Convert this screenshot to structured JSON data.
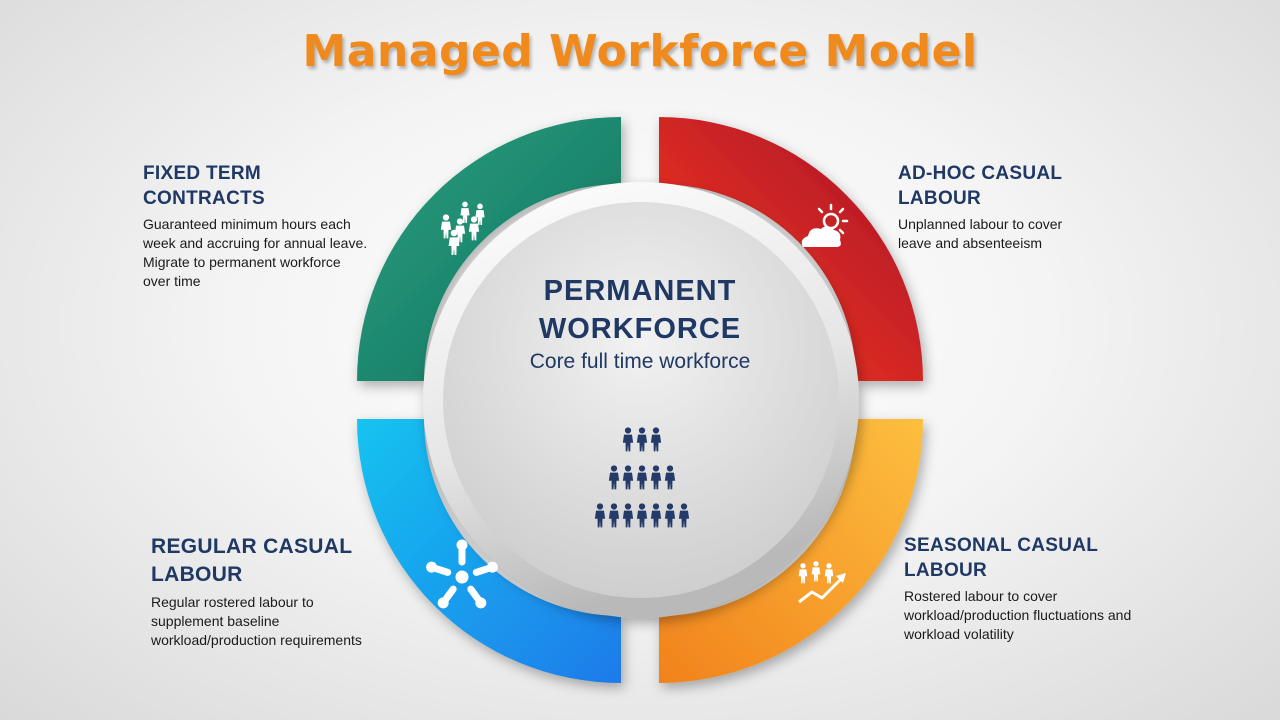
{
  "title": "Managed Workforce Model",
  "center": {
    "title_line1": "PERMANENT",
    "title_line2": "WORKFORCE",
    "subtitle": "Core full time workforce",
    "icon": "people-pyramid-icon"
  },
  "segments": {
    "fixed_term": {
      "heading_line1": "FIXED TERM",
      "heading_line2": "CONTRACTS",
      "desc_line1": "Guaranteed minimum hours each",
      "desc_line2": "week and accruing for annual leave.",
      "desc_line3": "Migrate to permanent workforce",
      "desc_line4": "over time",
      "icon": "people-group-icon",
      "color_start": "#2a9e7f",
      "color_end": "#12735e"
    },
    "ad_hoc": {
      "heading_line1": "AD-HOC CASUAL",
      "heading_line2": "LABOUR",
      "desc_line1": "Unplanned labour to cover",
      "desc_line2": "leave and absenteeism",
      "icon": "sun-cloud-icon",
      "color_start": "#ff3b1a",
      "color_end": "#a4122e"
    },
    "regular": {
      "heading_line1": "REGULAR CASUAL",
      "heading_line2": "LABOUR",
      "desc_line1": "Regular rostered labour to",
      "desc_line2": "supplement baseline",
      "desc_line3": "workload/production requirements",
      "icon": "hands-together-icon",
      "color_start": "#1e7bea",
      "color_end": "#14c3f0"
    },
    "seasonal": {
      "heading_line1": "SEASONAL CASUAL",
      "heading_line2": "LABOUR",
      "desc_line1": "Rostered labour to cover",
      "desc_line2": "workload/production fluctuations and",
      "desc_line3": "workload volatility",
      "icon": "people-growth-icon",
      "color_start": "#fdbf3f",
      "color_end": "#f1821c"
    }
  }
}
